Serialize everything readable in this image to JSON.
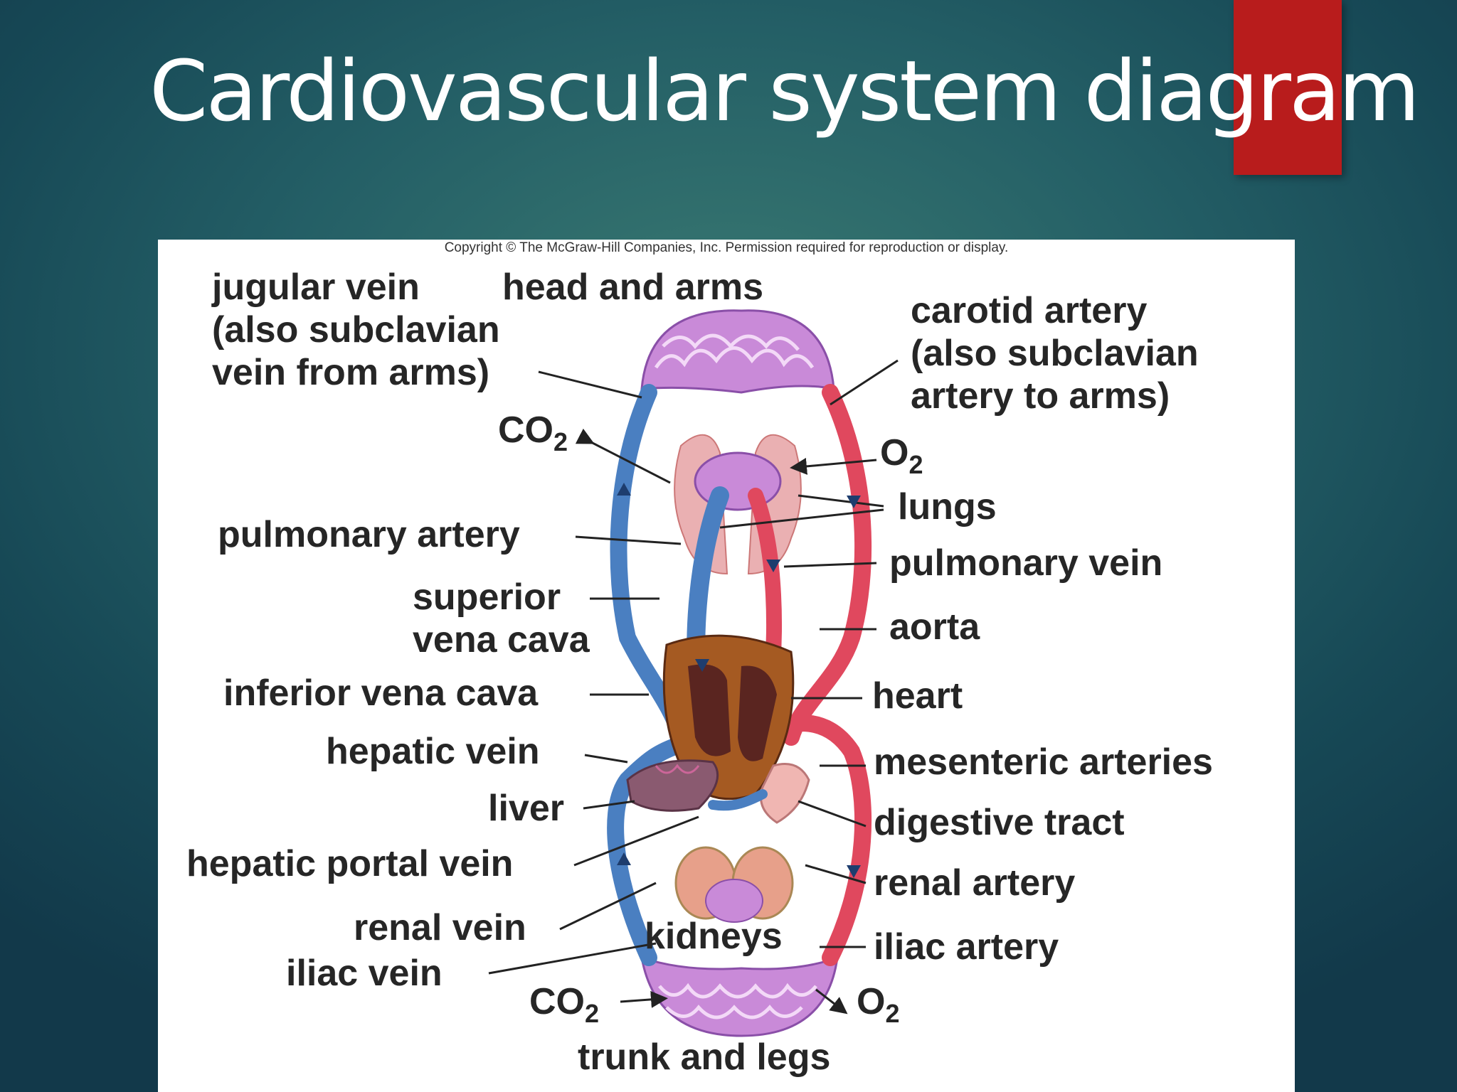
{
  "slide": {
    "title": "Cardiovascular system diagram",
    "accent_color": "#b81c1c",
    "background_color": "#1d5560"
  },
  "figure": {
    "copyright": "Copyright © The McGraw-Hill Companies, Inc. Permission required for reproduction or display.",
    "colors": {
      "vein": "#4a7fc1",
      "artery": "#e0485e",
      "capillary": "#a873c4",
      "heart": "#6b2a22",
      "organ": "#e9a6a8"
    },
    "labels": {
      "jugular_vein": [
        "jugular vein",
        "(also subclavian",
        "vein from arms)"
      ],
      "head_and_arms": "head and arms",
      "carotid_artery": [
        "carotid artery",
        "(also subclavian",
        "artery to arms)"
      ],
      "co2_top": "CO",
      "o2_top": "O",
      "subscript_2": "2",
      "lungs": "lungs",
      "pulmonary_artery": "pulmonary artery",
      "pulmonary_vein": "pulmonary vein",
      "superior_vena_cava": [
        "superior",
        "vena cava"
      ],
      "aorta": "aorta",
      "inferior_vena_cava": "inferior vena cava",
      "heart": "heart",
      "hepatic_vein": "hepatic vein",
      "mesenteric_arteries": "mesenteric arteries",
      "liver": "liver",
      "digestive_tract": "digestive tract",
      "hepatic_portal_vein": "hepatic portal vein",
      "renal_artery": "renal artery",
      "renal_vein": "renal vein",
      "kidneys": "kidneys",
      "iliac_artery": "iliac artery",
      "iliac_vein": "iliac vein",
      "co2_bottom": "CO",
      "o2_bottom": "O",
      "trunk_and_legs": "trunk and legs"
    }
  }
}
